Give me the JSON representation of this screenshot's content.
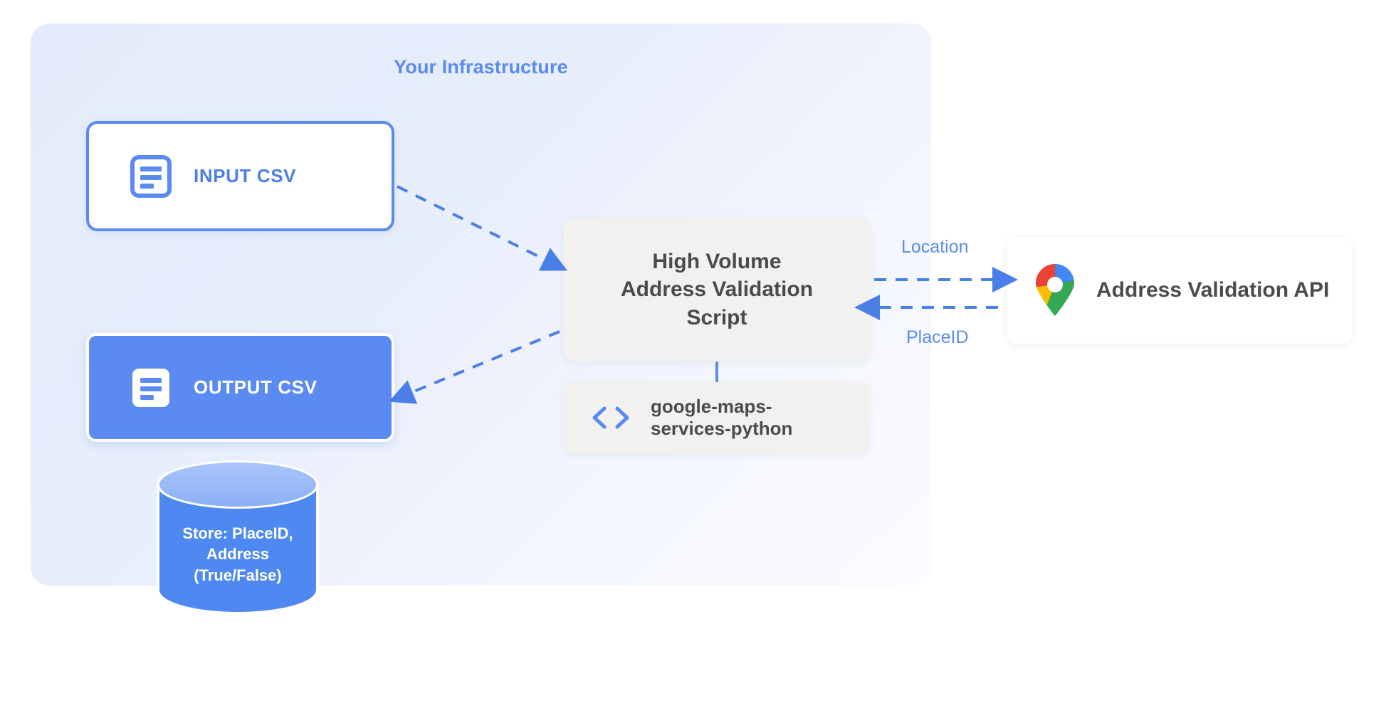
{
  "diagram": {
    "container": {
      "title": "Your Infrastructure",
      "accent_color": "#5b8bf0",
      "background_color": "#e4ebfa"
    },
    "nodes": {
      "input_csv": {
        "label": "INPUT CSV",
        "icon": "document-icon",
        "style": "outlined",
        "border_color": "#5b8bf0",
        "fill_color": "#ffffff",
        "text_color": "#4a7fe8"
      },
      "output_csv": {
        "label": "OUTPUT CSV",
        "icon": "document-icon",
        "style": "filled",
        "fill_color": "#5b8bf0",
        "text_color": "#ffffff"
      },
      "script": {
        "title_line1": "High Volume",
        "title_line2": "Address Validation",
        "title_line3": "Script",
        "fill_color": "#f2f1ef",
        "text_color": "#4b4b49"
      },
      "library": {
        "label_line1": "google-maps-",
        "label_line2": "services-python",
        "icon": "code-brackets-icon",
        "icon_color": "#5b8bf0",
        "fill_color": "#f2f1ef",
        "text_color": "#4b4b49"
      },
      "api": {
        "label": "Address Validation API",
        "icon": "google-maps-pin-icon",
        "fill_color": "#ffffff",
        "text_color": "#4b4b49"
      },
      "database": {
        "text_line1": "Store: PlaceID,",
        "text_line2": "Address",
        "text_line3": "(True/False)",
        "fill_color": "#4285f4",
        "top_color": "#93b5f7",
        "text_color": "#ffffff"
      }
    },
    "edges": [
      {
        "id": "input-to-script",
        "from": "input_csv",
        "to": "script",
        "label": "",
        "style": "dashed",
        "color": "#4a7fe8"
      },
      {
        "id": "script-to-output",
        "from": "script",
        "to": "output_csv",
        "label": "",
        "style": "dashed",
        "color": "#4a7fe8"
      },
      {
        "id": "script-to-api",
        "from": "script",
        "to": "api",
        "label": "Location",
        "style": "dashed",
        "color": "#4a7fe8"
      },
      {
        "id": "api-to-script",
        "from": "api",
        "to": "script",
        "label": "PlaceID",
        "style": "dashed",
        "color": "#4a7fe8"
      },
      {
        "id": "script-to-library",
        "from": "script",
        "to": "library",
        "label": "",
        "style": "solid",
        "color": "#5b8bf0"
      }
    ],
    "edge_labels": {
      "location": "Location",
      "placeid": "PlaceID"
    }
  }
}
